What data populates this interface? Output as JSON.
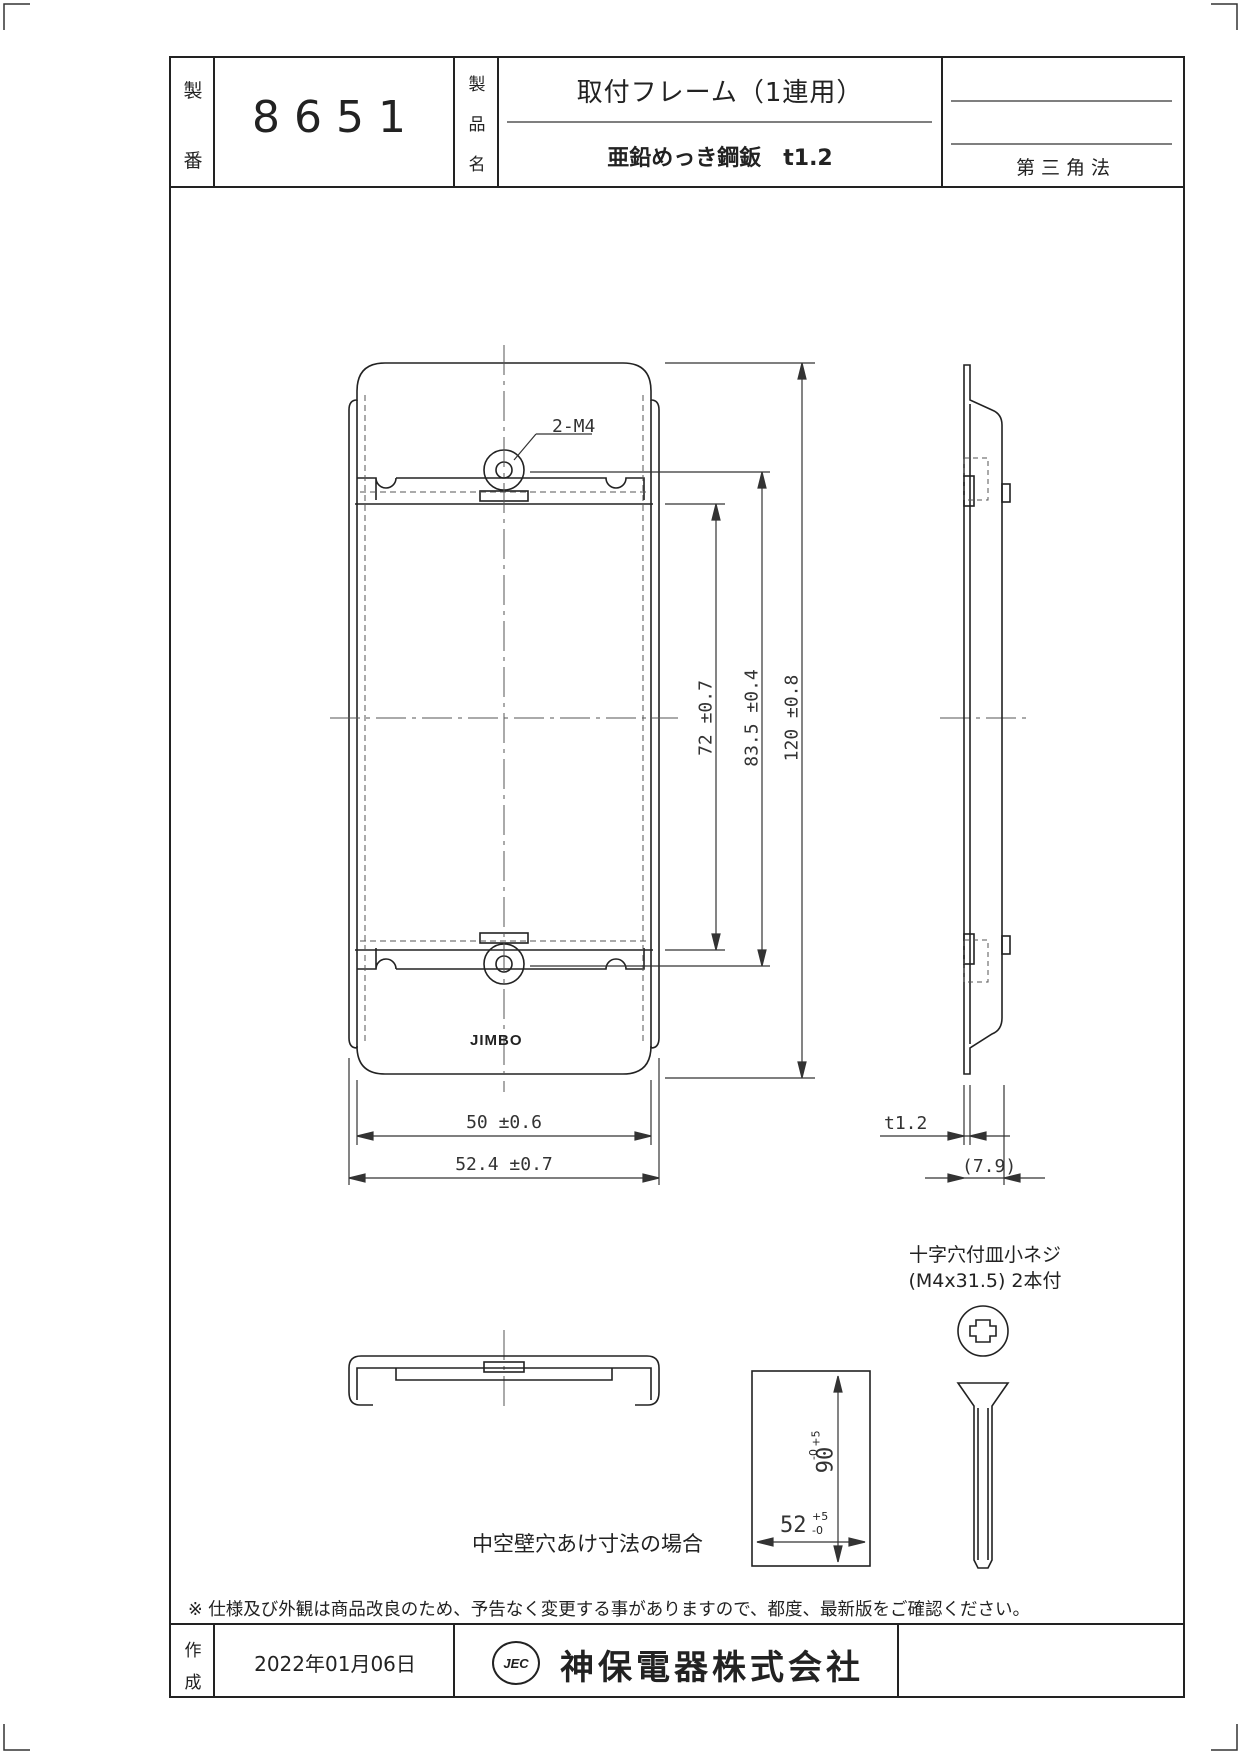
{
  "title_block": {
    "seiban_label_top": "製",
    "seiban_label_bottom": "番",
    "seiban_value": "8651",
    "product_label_1": "製",
    "product_label_2": "品",
    "product_label_3": "名",
    "product_name": "取付フレーム（1連用）",
    "material": "亜鉛めっき鋼鈑　t1.2",
    "projection": "第 三 角 法"
  },
  "drawing": {
    "hole_label": "2-M4",
    "logo_text": "JIMBO",
    "dim_72": "72 ±0.7",
    "dim_83_5": "83.5 ±0.4",
    "dim_120": "120 ±0.8",
    "dim_50": "50 ±0.6",
    "dim_52_4": "52.4 ±0.7",
    "dim_t": "t1.2",
    "dim_7_9": "(7.9)",
    "screw_label_1": "十字穴付皿小ネジ",
    "screw_label_2": "(M4x31.5) 2本付",
    "cutout_label": "中空壁穴あけ寸法の場合",
    "cutout_dim_90": "90",
    "cutout_dim_52": "52",
    "tol_plus": "+5",
    "tol_minus": "-0"
  },
  "footer": {
    "note": "※ 仕様及び外観は商品改良のため、予告なく変更する事がありますので、都度、最新版をご確認ください。",
    "made_label_1": "作",
    "made_label_2": "成",
    "date": "2022年01月06日",
    "company_logo_text": "JEC",
    "company": "神保電器株式会社"
  }
}
